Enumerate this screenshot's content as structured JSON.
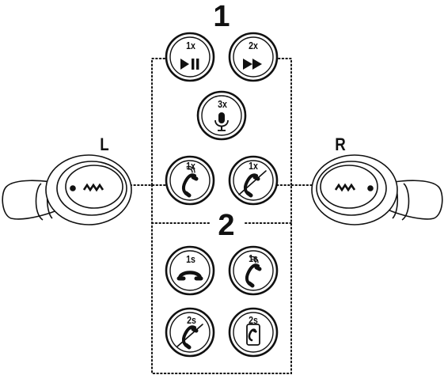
{
  "sections": {
    "one": "1",
    "two": "2"
  },
  "earbuds": {
    "left": "L",
    "right": "R"
  },
  "controls": {
    "play_pause": {
      "press": "1x",
      "icon": "play-pause-icon"
    },
    "skip_forward": {
      "press": "2x",
      "icon": "fast-forward-icon"
    },
    "voice_assistant": {
      "press": "3x",
      "icon": "microphone-icon"
    },
    "answer_call": {
      "press": "1x",
      "icon": "phone-ringing-icon"
    },
    "end_call": {
      "press": "1x",
      "icon": "phone-end-icon"
    },
    "hangup": {
      "press": "1s",
      "icon": "phone-hangup-icon"
    },
    "answer_hold": {
      "press": "1s",
      "icon": "phone-ringing-icon"
    },
    "reject_call": {
      "press": "2s",
      "icon": "phone-reject-icon"
    },
    "transfer_call": {
      "press": "2s",
      "icon": "phone-transfer-icon"
    }
  },
  "colors": {
    "ink": "#111111",
    "fill": "#ffffff"
  }
}
